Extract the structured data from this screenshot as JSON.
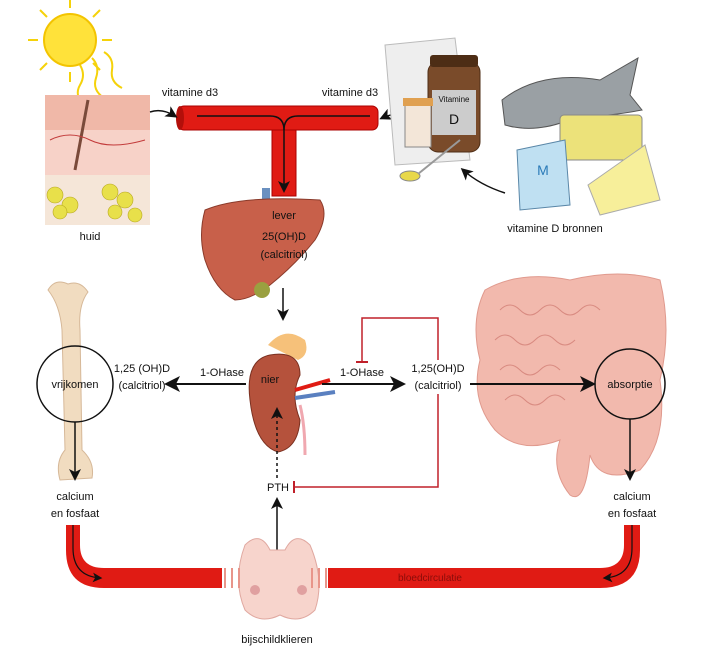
{
  "labels": {
    "huid": "huid",
    "vitamine_d3_left": "vitamine d3",
    "vitamine_d3_right": "vitamine d3",
    "bottle_text_1": "Vitamine",
    "bottle_text_2": "D",
    "bronnen": "vitamine D bronnen",
    "lever": "lever",
    "lever_compound": "25(OH)D",
    "lever_calcitriol": "(calcitriol)",
    "nier": "nier",
    "ohase_left": "1-OHase",
    "ohase_right": "1-OHase",
    "left_compound": "1,25 (OH)D",
    "left_calcitriol": "(calcitriol)",
    "right_compound": "1,25(OH)D",
    "right_calcitriol": "(calcitriol)",
    "vrijkomen": "vrijkomen",
    "absorptie": "absorptie",
    "calcium_left_1": "calcium",
    "calcium_left_2": "en fosfaat",
    "calcium_right_1": "calcium",
    "calcium_right_2": "en fosfaat",
    "pth": "PTH",
    "bijschildklieren": "bijschildklieren",
    "bloedcirculatie": "bloedcirculatie"
  },
  "colors": {
    "vessel": "#e01b14",
    "inhibition": "#c0202a",
    "liver": "#c8604a",
    "kidney": "#b5523c",
    "intestine": "#f2b9ad",
    "bone": "#f1dcc0",
    "sun": "#ffe23a"
  }
}
